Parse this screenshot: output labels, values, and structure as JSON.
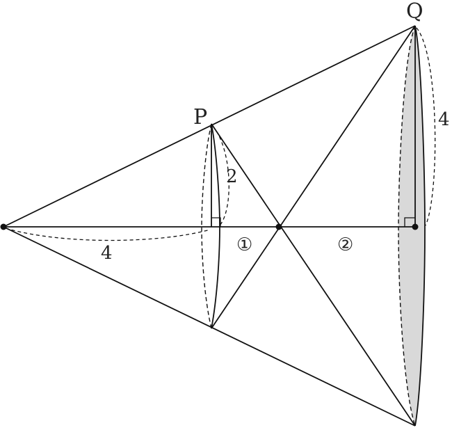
{
  "labels": {
    "point_p": "P",
    "point_q": "Q",
    "len_small_radius": "2",
    "len_large_radius": "4",
    "len_axis_segment": "4",
    "ratio_left": "①",
    "ratio_right": "②"
  },
  "colors": {
    "line": "#111111",
    "shade": "#d9d9d9",
    "background": "#ffffff"
  }
}
